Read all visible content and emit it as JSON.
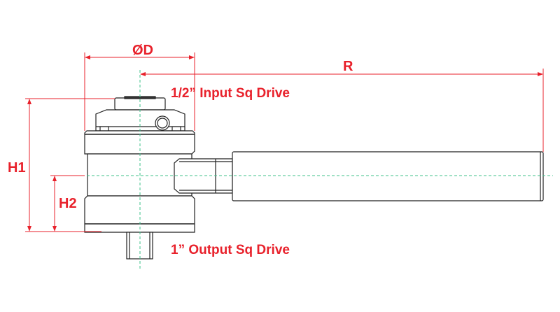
{
  "labels": {
    "diameter": "ØD",
    "radius": "R",
    "height1": "H1",
    "height2": "H2",
    "input_drive": "1/2”  Input Sq Drive",
    "output_drive": "1”  Output Sq Drive"
  },
  "colors": {
    "dimension": "#e8212b",
    "centerline": "#3cc08a",
    "outline": "#222222"
  }
}
